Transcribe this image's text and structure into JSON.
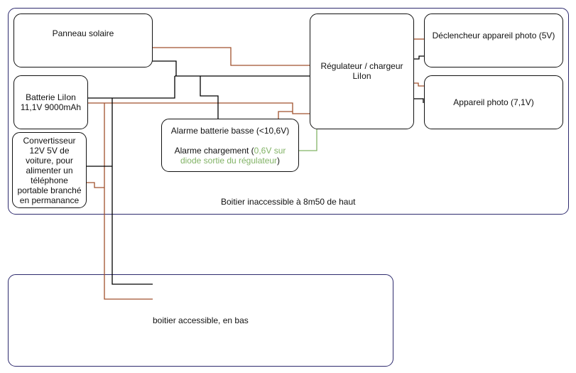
{
  "containers": {
    "top": {
      "label": "Boitier inaccessible à 8m50 de haut"
    },
    "bottom": {
      "label": "boitier accessible, en bas"
    }
  },
  "nodes": {
    "solar_panel": {
      "label": "Panneau solaire"
    },
    "battery": {
      "line1": "Batterie LiIon",
      "line2": "11,1V 9000mAh"
    },
    "converter": {
      "label": "Convertisseur 12V 5V de voiture, pour alimenter un téléphone portable branché en permanance"
    },
    "alarm": {
      "line1": "Alarme batterie basse (<10,6V)",
      "line2_prefix": "Alarme chargement (",
      "line2_green": "0,6V sur diode sortie du régulateur",
      "line2_suffix": ")"
    },
    "regulator": {
      "line1": "Régulateur / chargeur",
      "line2": "LiIon"
    },
    "trigger": {
      "label": "Déclencheur appareil photo (5V)"
    },
    "camera": {
      "label": "Appareil photo (7,1V)"
    }
  },
  "colors": {
    "container_border": "#2e2b6e",
    "wire_negative": "#000000",
    "wire_positive": "#a0522d",
    "wire_signal": "#82b366"
  }
}
